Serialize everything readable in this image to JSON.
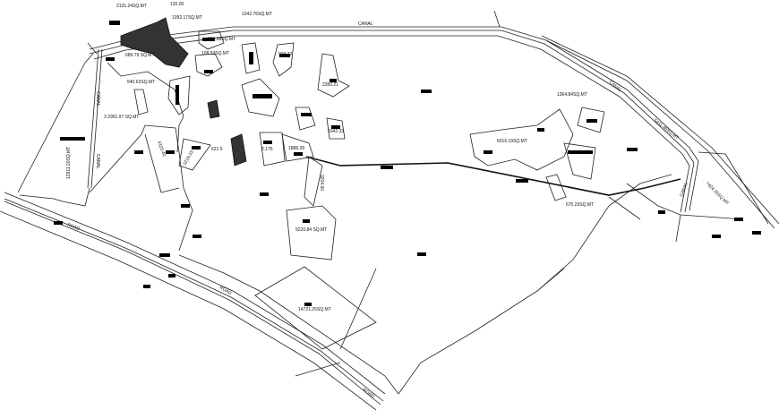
{
  "drawing": {
    "type": "site plan",
    "colors": {
      "line": "#222222",
      "background": "#ffffff",
      "hatch": "#333333"
    },
    "area_labels": [
      "2131.24SQ.MT",
      "120.00",
      "1092.17SQ.MT",
      "1342.76SQ.MT",
      "355.39SQ.MT",
      "108.53SQ.MT",
      "689.79 SQ.MT",
      "540.62SQ.MT",
      "3 2991.97 SQ.MT",
      "12911.20SQ.MT",
      "923.12",
      "2350.21",
      "1042.33",
      "621.5",
      "2.175",
      "1888.28",
      "3204.60",
      "5220.84 SQ.MT",
      "6016.19SQ.MT",
      "1364.84SQ.MT",
      "675.23SQ.MT",
      "5411.46SQ.MT",
      "7424.35SQ.MT",
      "14721.25SQ.MT",
      "3219.33",
      "4320.40"
    ],
    "feature_labels": {
      "canal_top": "CANAL",
      "canal_left_1": "CANAL",
      "canal_left_2": "CANAL",
      "canal_right_1": "CANAL",
      "canal_right_2": "CANAL",
      "road_1": "ROAD",
      "road_2": "ROAD",
      "road_3": "ROAD"
    }
  }
}
